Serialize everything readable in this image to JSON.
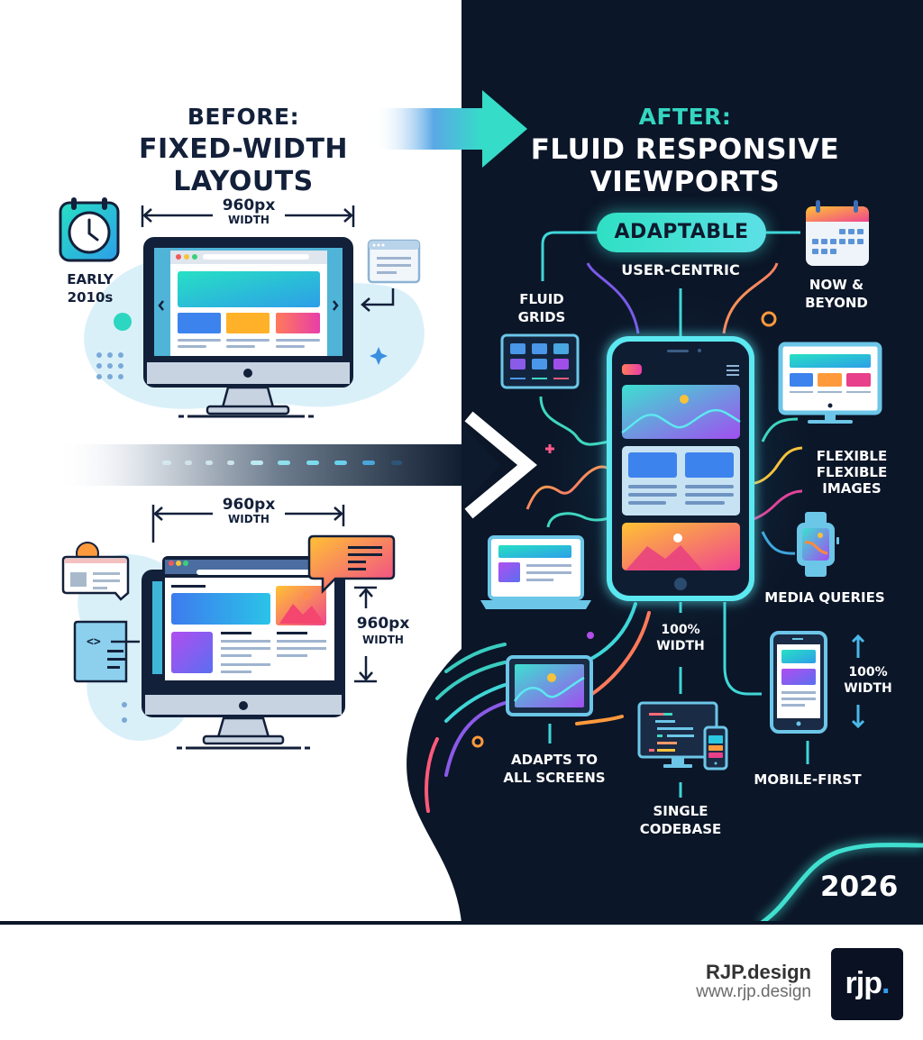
{
  "before": {
    "kicker": "BEFORE:",
    "title_line1": "FIXED-WIDTH",
    "title_line2": "LAYOUTS",
    "era_line1": "EARLY",
    "era_line2": "2010s",
    "measure_top": {
      "value": "960px",
      "unit": "WIDTH"
    },
    "measure_bottom": {
      "value": "960px",
      "unit": "WIDTH"
    },
    "measure_side": {
      "value": "960px",
      "unit": "WIDTH"
    },
    "icons": [
      "calendar-clock-icon",
      "desktop-monitor-icon",
      "browser-window-icon",
      "chat-bubble-icon",
      "code-snippet-icon",
      "sparkle-icon"
    ]
  },
  "after": {
    "kicker": "AFTER:",
    "title_line1": "FLUID RESPONSIVE",
    "title_line2": "VIEWPORTS",
    "pill": "ADAPTABLE",
    "user_centric": "USER-CENTRIC",
    "now_line1": "NOW &",
    "now_line2": "BEYOND",
    "fluid_line1": "FLUID",
    "fluid_line2": "GRIDS",
    "flex_line1": "FLEXIBLE",
    "flex_line2": "FLEXIBLE",
    "flex_line3": "IMAGES",
    "media_queries": "MEDIA QUERIES",
    "width_center_line1": "100%",
    "width_center_line2": "WIDTH",
    "width_side_line1": "100%",
    "width_side_line2": "WIDTH",
    "adapts_line1": "ADAPTS TO",
    "adapts_line2": "ALL SCREENS",
    "single_line1": "SINGLE",
    "single_line2": "CODEBASE",
    "mobile_first": "MOBILE-FIRST",
    "year": "2026",
    "icons": [
      "calendar-icon",
      "smartphone-icon",
      "grid-tablet-icon",
      "desktop-icon",
      "laptop-icon",
      "smartwatch-icon",
      "tablet-icon",
      "image-frame-icon",
      "code-devices-icon"
    ]
  },
  "colors": {
    "dark_bg": "#0b1628",
    "teal_accent": "#34d6c1",
    "cyan_glow": "#5ce8f0",
    "navy_text": "#13203a"
  },
  "footer": {
    "brand_name": "RJP.design",
    "brand_url": "www.rjp.design",
    "logo_text": "rjp",
    "logo_dot": "."
  }
}
